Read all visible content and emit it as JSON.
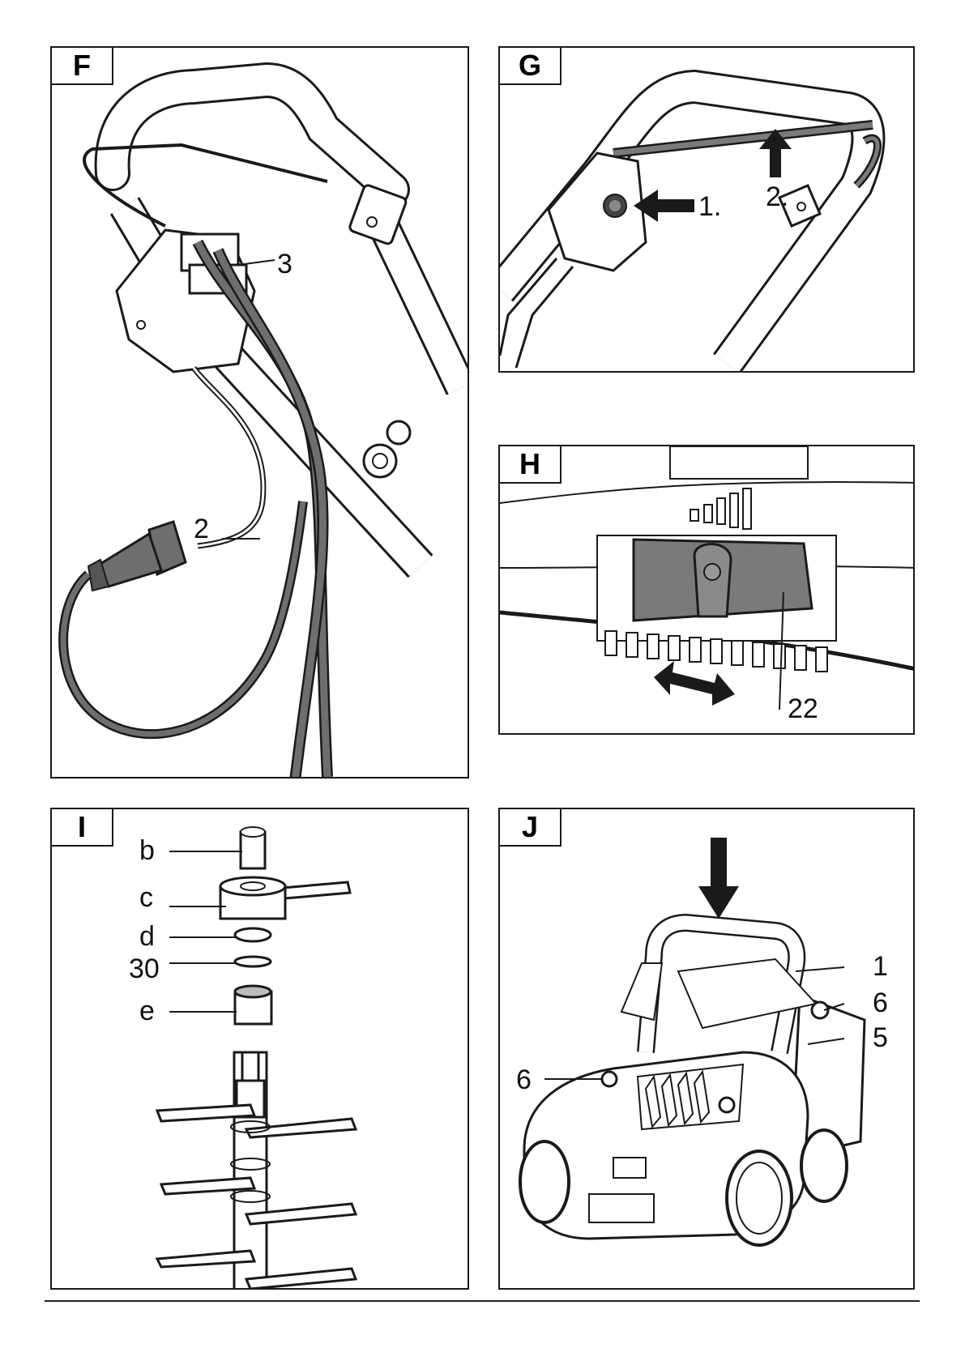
{
  "panels": {
    "F": {
      "tab": "F",
      "labels": {
        "l3": "3",
        "l2": "2"
      }
    },
    "G": {
      "tab": "G",
      "labels": {
        "l1": "1.",
        "l2": "2."
      }
    },
    "H": {
      "tab": "H",
      "labels": {
        "l22": "22"
      }
    },
    "I": {
      "tab": "I",
      "labels": {
        "b": "b",
        "c": "c",
        "d": "d",
        "l30": "30",
        "e": "e"
      }
    },
    "J": {
      "tab": "J",
      "labels": {
        "l1": "1",
        "l6a": "6",
        "l5": "5",
        "l6b": "6"
      }
    }
  },
  "colors": {
    "stroke": "#1a1a1a",
    "cable_dark": "#4a4a4a",
    "part_gray": "#7a7a7a",
    "light_gray": "#cfcfcf"
  }
}
